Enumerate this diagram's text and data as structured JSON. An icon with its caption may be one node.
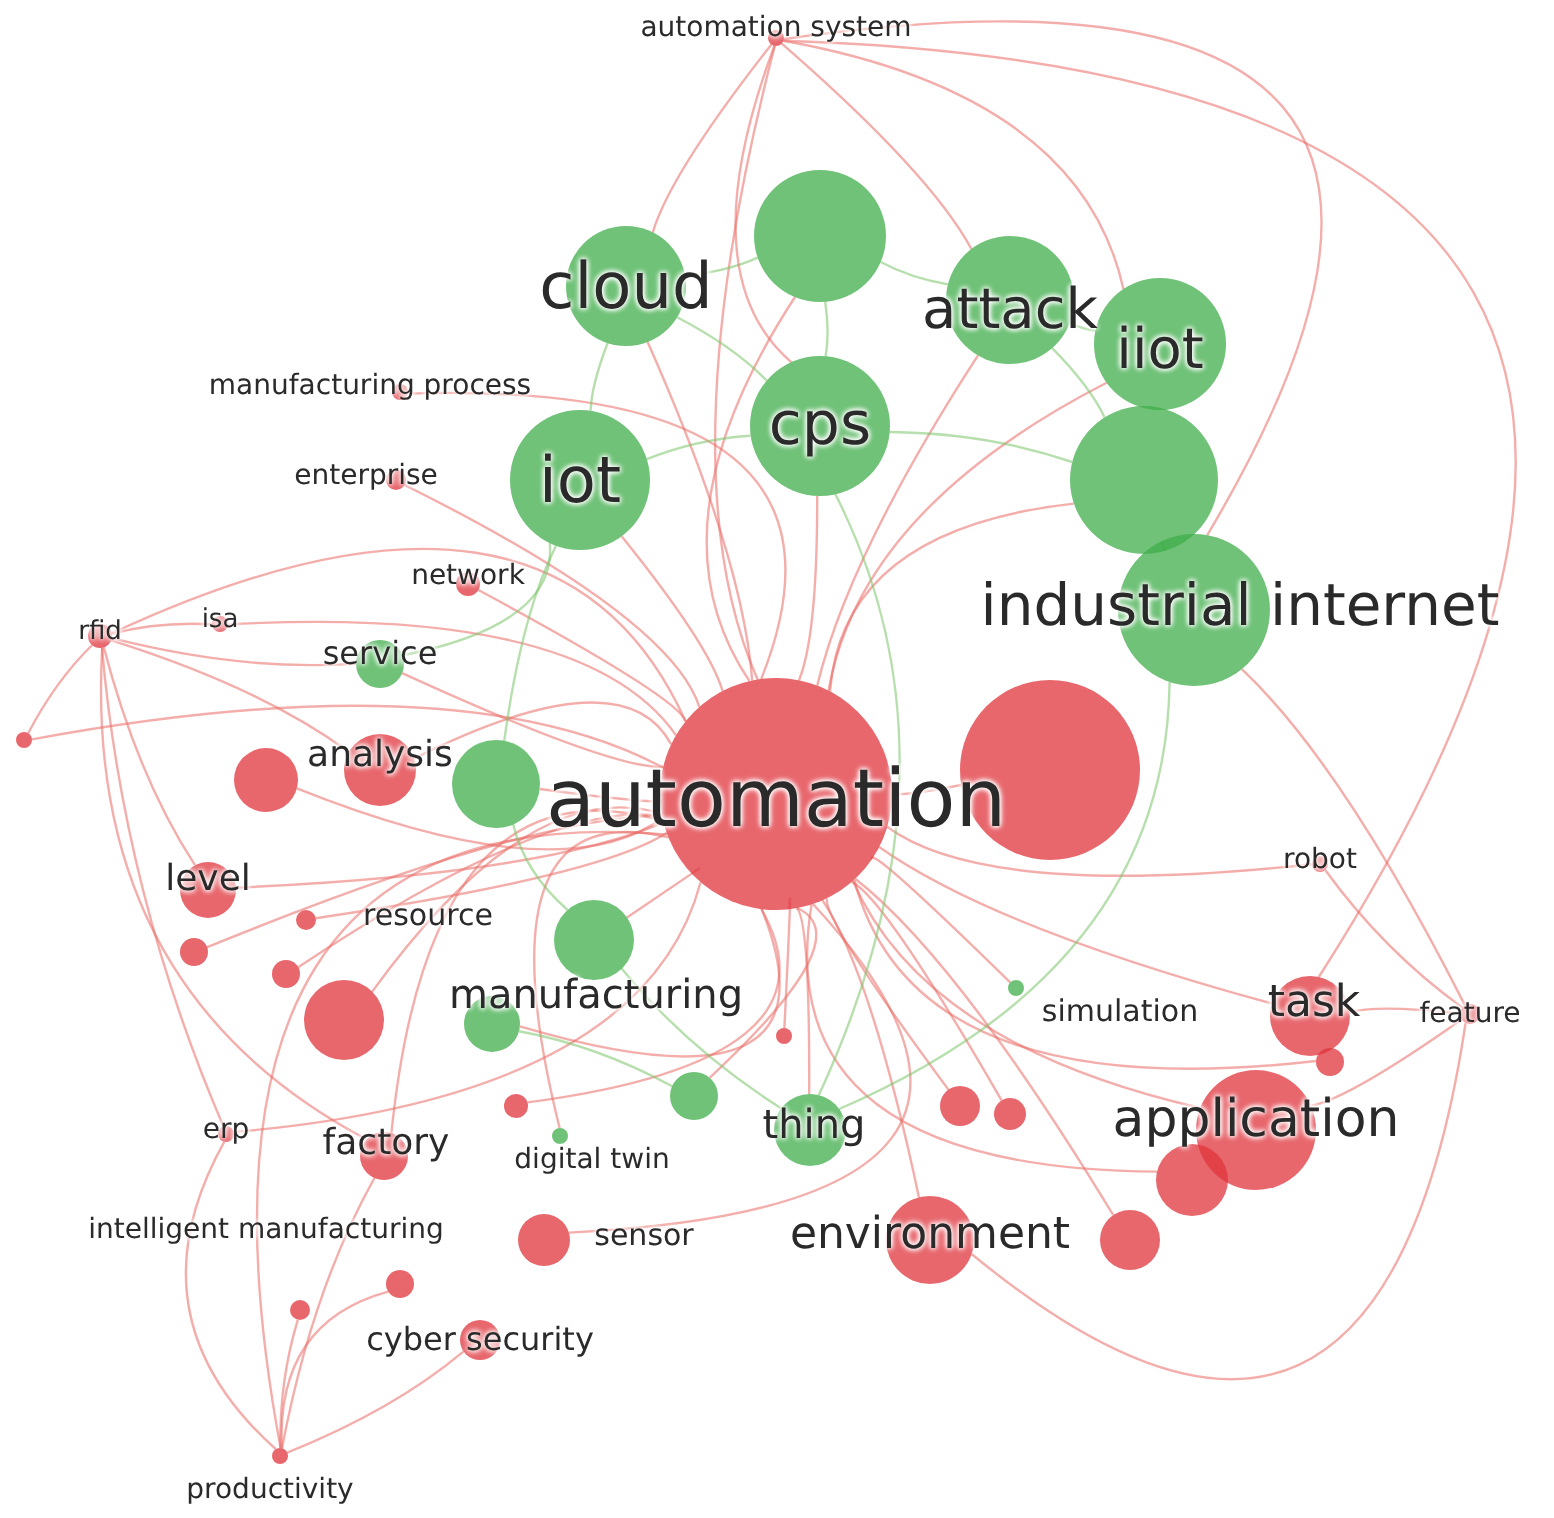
{
  "diagram": {
    "nodes": [
      {
        "text": [
          "automation system"
        ]
      },
      {
        "text": [],
        "shape": "circle"
      },
      {
        "text": [
          "cloud"
        ]
      },
      {
        "text": [
          "attack"
        ]
      },
      {
        "text": [
          "iiot"
        ]
      },
      {
        "text": [
          "manufacturing process"
        ]
      },
      {
        "text": [
          "cps"
        ]
      },
      {
        "text": [
          "enterprise"
        ]
      },
      {
        "text": [
          "iot"
        ]
      },
      {
        "text": [],
        "shape": "circle"
      },
      {
        "text": [
          "network"
        ]
      },
      {
        "text": [
          "industrial internet"
        ]
      },
      {
        "text": [
          "rfid"
        ]
      },
      {
        "text": [
          "isa"
        ]
      },
      {
        "text": [
          "service"
        ]
      },
      {
        "text": [],
        "shape": "circle"
      },
      {
        "text": [
          "analysis"
        ]
      },
      {
        "text": [],
        "shape": "circle"
      },
      {
        "text": [],
        "shape": "circle"
      },
      {
        "text": [
          "automation"
        ]
      },
      {
        "text": [],
        "shape": "circle"
      },
      {
        "text": [
          "robot"
        ]
      },
      {
        "text": [
          "level"
        ]
      },
      {
        "text": [
          "resource"
        ]
      },
      {
        "text": [],
        "shape": "circle"
      },
      {
        "text": [
          "manufacturing"
        ]
      },
      {
        "text": [],
        "shape": "circle"
      },
      {
        "text": [],
        "shape": "circle"
      },
      {
        "text": [],
        "shape": "circle"
      },
      {
        "text": [
          "simulation"
        ]
      },
      {
        "text": [
          "task"
        ]
      },
      {
        "text": [
          "feature"
        ]
      },
      {
        "text": [],
        "shape": "circle"
      },
      {
        "text": [],
        "shape": "circle"
      },
      {
        "text": [],
        "shape": "circle"
      },
      {
        "text": [],
        "shape": "circle"
      },
      {
        "text": [],
        "shape": "circle"
      },
      {
        "text": [],
        "shape": "circle"
      },
      {
        "text": [
          "thing"
        ]
      },
      {
        "text": [
          "application"
        ]
      },
      {
        "text": [
          "erp"
        ]
      },
      {
        "text": [
          "factory"
        ]
      },
      {
        "text": [
          "digital twin"
        ]
      },
      {
        "text": [],
        "shape": "circle"
      },
      {
        "text": [
          "intelligent manufacturing"
        ]
      },
      {
        "text": [
          "sensor"
        ]
      },
      {
        "text": [
          "environment"
        ]
      },
      {
        "text": [],
        "shape": "circle"
      },
      {
        "text": [],
        "shape": "circle"
      },
      {
        "text": [
          "cyber security"
        ]
      },
      {
        "text": [
          "productivity"
        ]
      }
    ],
    "edges": [
      {
        "from": 19,
        "to": 0,
        "arrow": "none"
      },
      {
        "from": 19,
        "to": 1,
        "arrow": "none"
      },
      {
        "from": 19,
        "to": 2,
        "arrow": "none"
      },
      {
        "from": 19,
        "to": 3,
        "arrow": "none"
      },
      {
        "from": 19,
        "to": 4,
        "arrow": "none"
      },
      {
        "from": 19,
        "to": 5,
        "arrow": "none"
      },
      {
        "from": 19,
        "to": 6,
        "arrow": "none"
      },
      {
        "from": 19,
        "to": 7,
        "arrow": "none"
      },
      {
        "from": 19,
        "to": 8,
        "arrow": "none"
      },
      {
        "from": 19,
        "to": 9,
        "arrow": "none"
      },
      {
        "from": 19,
        "to": 10,
        "arrow": "none"
      },
      {
        "from": 19,
        "to": 12,
        "arrow": "none"
      },
      {
        "from": 19,
        "to": 13,
        "arrow": "none"
      },
      {
        "from": 19,
        "to": 14,
        "arrow": "none"
      },
      {
        "from": 19,
        "to": 15,
        "arrow": "none"
      },
      {
        "from": 19,
        "to": 16,
        "arrow": "none"
      },
      {
        "from": 19,
        "to": 17,
        "arrow": "none"
      },
      {
        "from": 19,
        "to": 18,
        "arrow": "none"
      },
      {
        "from": 19,
        "to": 20,
        "arrow": "none"
      },
      {
        "from": 19,
        "to": 21,
        "arrow": "none"
      },
      {
        "from": 19,
        "to": 22,
        "arrow": "none"
      },
      {
        "from": 19,
        "to": 23,
        "arrow": "none"
      },
      {
        "from": 19,
        "to": 24,
        "arrow": "none"
      },
      {
        "from": 19,
        "to": 25,
        "arrow": "none"
      },
      {
        "from": 19,
        "to": 26,
        "arrow": "none"
      },
      {
        "from": 19,
        "to": 27,
        "arrow": "none"
      },
      {
        "from": 19,
        "to": 28,
        "arrow": "none"
      },
      {
        "from": 19,
        "to": 29,
        "arrow": "none"
      },
      {
        "from": 19,
        "to": 30,
        "arrow": "none"
      },
      {
        "from": 19,
        "to": 32,
        "arrow": "none"
      },
      {
        "from": 19,
        "to": 33,
        "arrow": "none"
      },
      {
        "from": 19,
        "to": 34,
        "arrow": "none"
      },
      {
        "from": 19,
        "to": 35,
        "arrow": "none"
      },
      {
        "from": 19,
        "to": 36,
        "arrow": "none"
      },
      {
        "from": 19,
        "to": 37,
        "arrow": "none"
      },
      {
        "from": 19,
        "to": 38,
        "arrow": "none"
      },
      {
        "from": 19,
        "to": 39,
        "arrow": "none"
      },
      {
        "from": 19,
        "to": 40,
        "arrow": "none"
      },
      {
        "from": 19,
        "to": 41,
        "arrow": "none"
      },
      {
        "from": 19,
        "to": 42,
        "arrow": "none"
      },
      {
        "from": 19,
        "to": 43,
        "arrow": "none"
      },
      {
        "from": 19,
        "to": 45,
        "arrow": "none"
      },
      {
        "from": 19,
        "to": 46,
        "arrow": "none"
      },
      {
        "from": 19,
        "to": 47,
        "arrow": "none"
      },
      {
        "from": 19,
        "to": 50,
        "arrow": "none"
      },
      {
        "from": 1,
        "to": 2,
        "arrow": "none",
        "color": "#7cc46a"
      },
      {
        "from": 1,
        "to": 3,
        "arrow": "none",
        "color": "#7cc46a"
      },
      {
        "from": 1,
        "to": 6,
        "arrow": "none",
        "color": "#7cc46a"
      },
      {
        "from": 2,
        "to": 8,
        "arrow": "none",
        "color": "#7cc46a"
      },
      {
        "from": 2,
        "to": 6,
        "arrow": "none",
        "color": "#7cc46a"
      },
      {
        "from": 3,
        "to": 4,
        "arrow": "none",
        "color": "#7cc46a"
      },
      {
        "from": 3,
        "to": 9,
        "arrow": "none",
        "color": "#7cc46a"
      },
      {
        "from": 6,
        "to": 8,
        "arrow": "none",
        "color": "#7cc46a"
      },
      {
        "from": 6,
        "to": 9,
        "arrow": "none",
        "color": "#7cc46a"
      },
      {
        "from": 9,
        "to": 11,
        "arrow": "none",
        "color": "#7cc46a"
      },
      {
        "from": 8,
        "to": 14,
        "arrow": "none",
        "color": "#7cc46a"
      },
      {
        "from": 8,
        "to": 18,
        "arrow": "none",
        "color": "#7cc46a"
      },
      {
        "from": 18,
        "to": 25,
        "arrow": "none",
        "color": "#7cc46a"
      },
      {
        "from": 25,
        "to": 38,
        "arrow": "none",
        "color": "#7cc46a"
      },
      {
        "from": 6,
        "to": 38,
        "arrow": "none",
        "color": "#7cc46a"
      },
      {
        "from": 11,
        "to": 38,
        "arrow": "none",
        "color": "#7cc46a"
      },
      {
        "from": 28,
        "to": 34,
        "arrow": "none",
        "color": "#7cc46a"
      },
      {
        "from": 0,
        "to": 2,
        "arrow": "none"
      },
      {
        "from": 0,
        "to": 3,
        "arrow": "none"
      },
      {
        "from": 0,
        "to": 6,
        "arrow": "none"
      },
      {
        "from": 0,
        "to": 4,
        "arrow": "none"
      },
      {
        "from": 0,
        "to": 11,
        "arrow": "none"
      },
      {
        "from": 0,
        "to": 30,
        "arrow": "none"
      },
      {
        "from": 12,
        "to": 22,
        "arrow": "none"
      },
      {
        "from": 12,
        "to": 16,
        "arrow": "none"
      },
      {
        "from": 12,
        "to": 14,
        "arrow": "none"
      },
      {
        "from": 12,
        "to": 13,
        "arrow": "none"
      },
      {
        "from": 12,
        "to": 41,
        "arrow": "none"
      },
      {
        "from": 12,
        "to": 40,
        "arrow": "none"
      },
      {
        "from": 12,
        "to": 15,
        "arrow": "none"
      },
      {
        "from": 50,
        "to": 44,
        "arrow": "none"
      },
      {
        "from": 50,
        "to": 49,
        "arrow": "none"
      },
      {
        "from": 50,
        "to": 40,
        "arrow": "none"
      },
      {
        "from": 50,
        "to": 41,
        "arrow": "none"
      },
      {
        "from": 50,
        "to": 48,
        "arrow": "none"
      },
      {
        "from": 31,
        "to": 30,
        "arrow": "none"
      },
      {
        "from": 31,
        "to": 21,
        "arrow": "none"
      },
      {
        "from": 31,
        "to": 39,
        "arrow": "none"
      },
      {
        "from": 31,
        "to": 46,
        "arrow": "none"
      },
      {
        "from": 31,
        "to": 11,
        "arrow": "none"
      }
    ]
  }
}
